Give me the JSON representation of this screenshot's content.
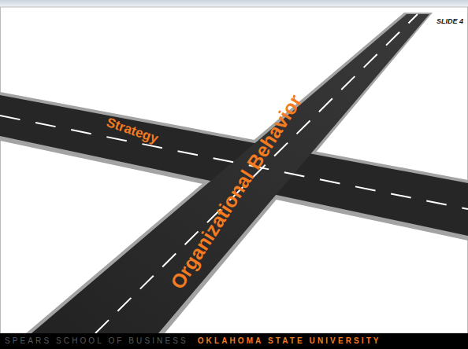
{
  "diagram": {
    "labels": [
      "SLIDE 4",
      "Strategy",
      "Organizational Behavior",
      "SPEARS SCHOOL OF BUSINESS",
      "OKLAHOMA STATE UNIVERSITY"
    ]
  }
}
